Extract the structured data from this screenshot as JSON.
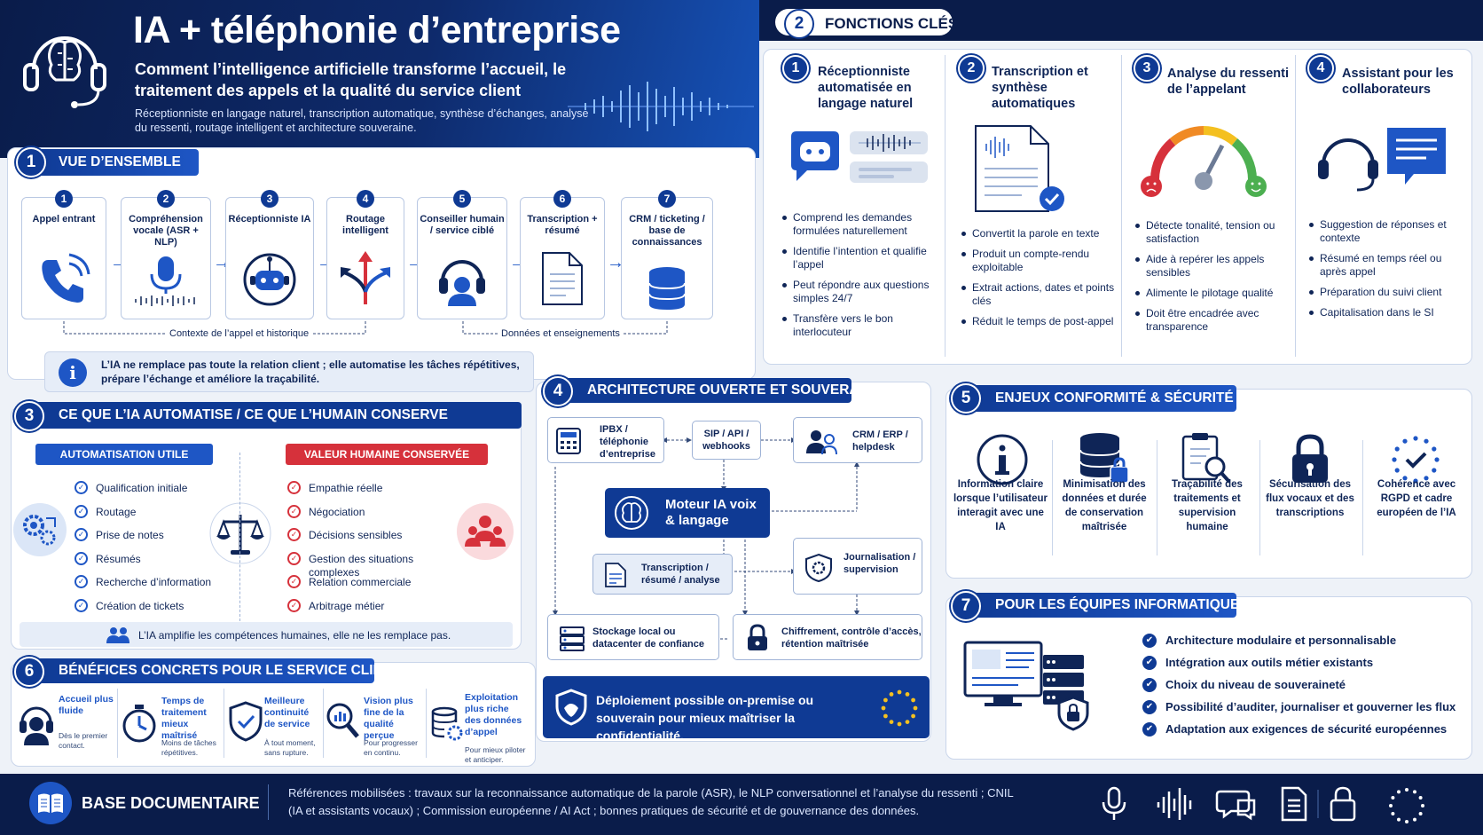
{
  "header": {
    "title": "IA + téléphonie d’entreprise",
    "subtitle": "Comment l’intelligence artificielle transforme l’accueil, le traitement des appels et la qualité du service client",
    "description": "Réceptionniste en langage naturel, transcription automatique, synthèse d’échanges, analyse du ressenti, routage intelligent et architecture souveraine."
  },
  "s1": {
    "num": "1",
    "title": "VUE D’ENSEMBLE",
    "steps": [
      {
        "n": "1",
        "label": "Appel entrant"
      },
      {
        "n": "2",
        "label": "Compréhension vocale (ASR + NLP)"
      },
      {
        "n": "3",
        "label": "Réceptionniste IA"
      },
      {
        "n": "4",
        "label": "Routage intelligent"
      },
      {
        "n": "5",
        "label": "Conseiller humain / service ciblé"
      },
      {
        "n": "6",
        "label": "Transcription + résumé"
      },
      {
        "n": "7",
        "label": "CRM / ticketing / base de connaissances"
      }
    ],
    "context_label": "Contexte de l’appel et historique",
    "data_label": "Données et enseignements",
    "info": "L’IA ne remplace pas toute la relation client ; elle automatise les tâches répétitives, prépare l’échange et améliore la traçabilité."
  },
  "s2": {
    "num": "2",
    "title": "FONCTIONS CLÉS",
    "cols": [
      {
        "n": "1",
        "title": "Réceptionniste automatisée en langage naturel",
        "bullets": [
          "Comprend les demandes formulées naturellement",
          "Identifie l’intention et qualifie l’appel",
          "Peut répondre aux questions simples 24/7",
          "Transfère vers le bon interlocuteur"
        ]
      },
      {
        "n": "2",
        "title": "Transcription et synthèse automatiques",
        "bullets": [
          "Convertit la parole en texte",
          "Produit un compte-rendu exploitable",
          "Extrait actions, dates et points clés",
          "Réduit le temps de post-appel"
        ]
      },
      {
        "n": "3",
        "title": "Analyse du ressenti de l’appelant",
        "bullets": [
          "Détecte tonalité, tension ou satisfaction",
          "Aide à repérer les appels sensibles",
          "Alimente le pilotage qualité",
          "Doit être encadrée avec transparence"
        ]
      },
      {
        "n": "4",
        "title": "Assistant pour les collaborateurs",
        "bullets": [
          "Suggestion de réponses et contexte",
          "Résumé en temps réel ou après appel",
          "Préparation du suivi client",
          "Capitalisation dans le SI"
        ]
      }
    ]
  },
  "s3": {
    "num": "3",
    "title": "CE QUE L’IA AUTOMATISE / CE QUE L’HUMAIN CONSERVE",
    "auto_title": "AUTOMATISATION UTILE",
    "auto_items": [
      "Qualification initiale",
      "Routage",
      "Prise de notes",
      "Résumés",
      "Recherche d’information",
      "Création de tickets"
    ],
    "human_title": "VALEUR HUMAINE CONSERVÉE",
    "human_items": [
      "Empathie réelle",
      "Négociation",
      "Décisions sensibles",
      "Gestion des situations complexes",
      "Relation commerciale",
      "Arbitrage métier"
    ],
    "footer": "L’IA amplifie les compétences humaines, elle ne les remplace pas."
  },
  "s4": {
    "num": "4",
    "title": "ARCHITECTURE OUVERTE ET SOUVERAINE",
    "ipbx": "IPBX / téléphonie d’entreprise",
    "sip": "SIP / API / webhooks",
    "crm": "CRM / ERP / helpdesk",
    "engine": "Moteur IA voix & langage",
    "trans": "Transcription / résumé / analyse",
    "journal": "Journalisation / supervision",
    "storage": "Stockage local ou datacenter de confiance",
    "crypto": "Chiffrement, contrôle d’accès, rétention maîtrisée",
    "banner": "Déploiement possible on-premise ou souverain pour mieux maîtriser la confidentialité."
  },
  "s5": {
    "num": "5",
    "title": "ENJEUX CONFORMITÉ & SÉCURITÉ",
    "items": [
      "Information claire lorsque l’utilisateur interagit avec une IA",
      "Minimisation des données et durée de conservation maîtrisée",
      "Traçabilité des traitements et supervision humaine",
      "Sécurisation des flux vocaux et des transcriptions",
      "Cohérence avec RGPD et cadre européen de l’IA"
    ]
  },
  "s6": {
    "num": "6",
    "title": "BÉNÉFICES CONCRETS POUR LE SERVICE CLIENT",
    "items": [
      {
        "title": "Accueil plus fluide",
        "sub": "Dès le premier contact."
      },
      {
        "title": "Temps de traitement mieux maîtrisé",
        "sub": "Moins de tâches répétitives."
      },
      {
        "title": "Meilleure continuité de service",
        "sub": "À tout moment, sans rupture."
      },
      {
        "title": "Vision plus fine de la qualité perçue",
        "sub": "Pour progresser en continu."
      },
      {
        "title": "Exploitation plus riche des données d’appel",
        "sub": "Pour mieux piloter et anticiper."
      }
    ]
  },
  "s7": {
    "num": "7",
    "title": "POUR LES ÉQUIPES INFORMATIQUES",
    "items": [
      "Architecture modulaire et personnalisable",
      "Intégration aux outils métier existants",
      "Choix du niveau de souveraineté",
      "Possibilité d’auditer, journaliser et gouverner les flux",
      "Adaptation aux exigences de sécurité européennes"
    ]
  },
  "footer": {
    "title": "BASE DOCUMENTAIRE",
    "refs": "Références mobilisées : travaux sur la reconnaissance automatique de la parole (ASR), le NLP conversationnel et l’analyse du ressenti ; CNIL (IA et assistants vocaux) ; Commission européenne / AI Act ; bonnes pratiques de sécurité et de gouvernance des données."
  },
  "colors": {
    "navy": "#0a1c4a",
    "blue": "#0f3a94",
    "accent": "#1e56c5",
    "red": "#d6313b",
    "bg": "#eef2f8"
  }
}
